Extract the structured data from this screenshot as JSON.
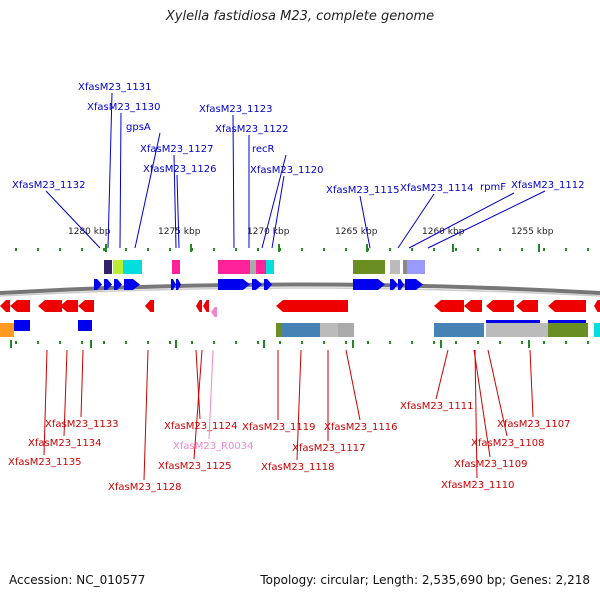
{
  "title": "Xylella fastidiosa M23, complete genome",
  "footer": {
    "accession": "Accession: NC_010577",
    "summary": "Topology: circular; Length: 2,535,690 bp; Genes: 2,218"
  },
  "colors": {
    "forward_label": "#0000cc",
    "reverse_label": "#cc0000",
    "rna_label": "#ee88cc",
    "forward_arrow": "#0000ee",
    "reverse_arrow": "#ee0000",
    "backbone": "#777777",
    "tick": "#228822"
  },
  "scale_ticks": [
    "1280 kbp",
    "1275 kbp",
    "1270 kbp",
    "1265 kbp",
    "1260 kbp",
    "1255 kbp"
  ],
  "top_labels": [
    "XfasM23_1131",
    "XfasM23_1130",
    "gpsA",
    "XfasM23_1127",
    "XfasM23_1126",
    "XfasM23_1123",
    "XfasM23_1122",
    "recR",
    "XfasM23_1120",
    "XfasM23_1132",
    "XfasM23_1115",
    "XfasM23_1114",
    "rpmF",
    "XfasM23_1112"
  ],
  "bottom_labels": [
    "XfasM23_1133",
    "XfasM23_1134",
    "XfasM23_1135",
    "XfasM23_1128",
    "XfasM23_1124",
    "XfasM23_R0034",
    "XfasM23_1125",
    "XfasM23_1119",
    "XfasM23_1118",
    "XfasM23_1117",
    "XfasM23_1116",
    "XfasM23_1111",
    "XfasM23_1107",
    "XfasM23_1108",
    "XfasM23_1109",
    "XfasM23_1110"
  ],
  "domain_colors": [
    "#ff2299",
    "#6b8e23",
    "#4682b4",
    "#bbbbbb",
    "#9999ff",
    "#00dddd",
    "#bbee33",
    "#332266",
    "#ff9922",
    "#aaaaaa",
    "#888888"
  ]
}
